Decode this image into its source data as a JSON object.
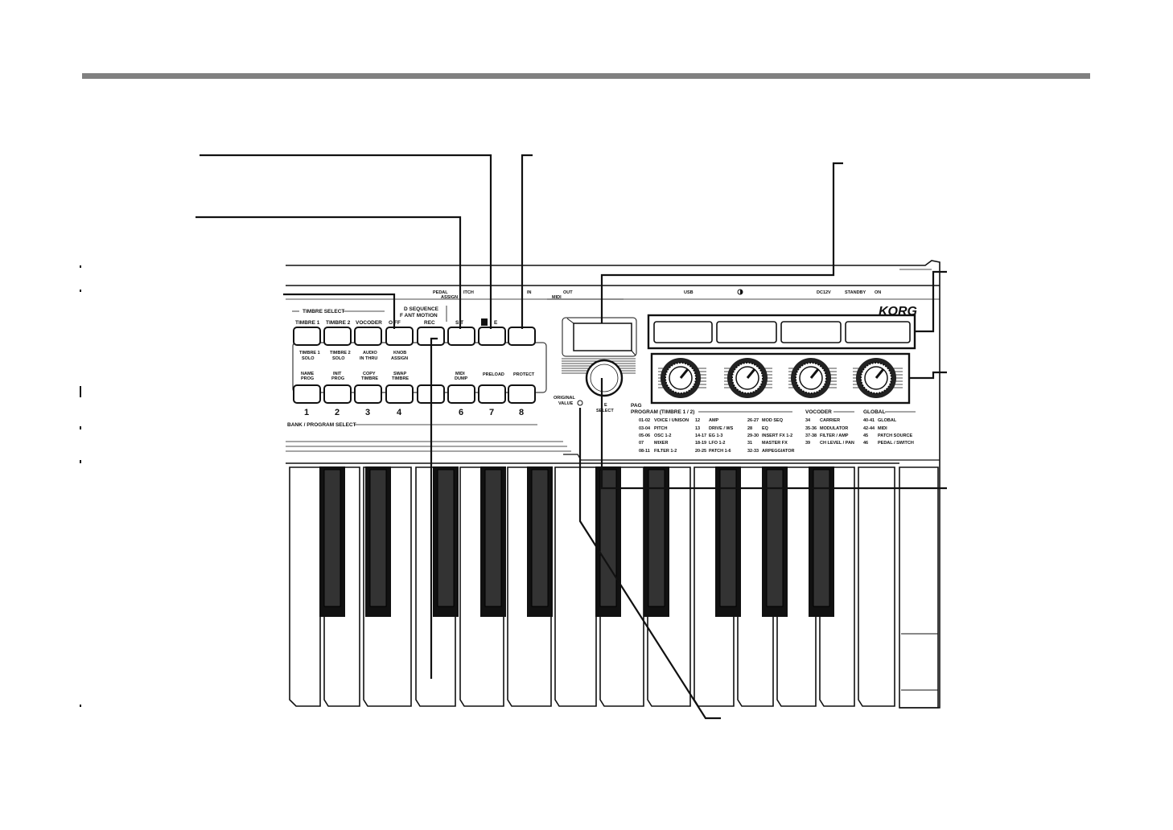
{
  "colors": {
    "ink": "#111111",
    "rule": "#808080",
    "paper": "#ffffff"
  },
  "panel": {
    "connectors": {
      "pedal": "PEDAL",
      "switch": "ITCH",
      "assign": "ASSIGN",
      "in": "IN",
      "out": "OUT",
      "midi": "MIDI",
      "usb": "USB",
      "dc": "DC12V",
      "standby": "STANDBY",
      "on": "ON"
    },
    "brand": "KORG",
    "timbre_select": {
      "title": "TIMBRE SELECT",
      "buttons": [
        "TIMBRE 1",
        "TIMBRE 2",
        "VOCODER"
      ],
      "shift_labels": [
        [
          "TIMBRE 1",
          "SOLO"
        ],
        [
          "TIMBRE 2",
          "SOLO"
        ],
        [
          "AUDIO",
          "IN THRU"
        ]
      ]
    },
    "formant_motion": {
      "title_line1": "D SEQUENCE",
      "title_line2": "F  ANT MOTION",
      "button_on_off": "O    FF",
      "button_rec": "REC",
      "shift_label": [
        "KNOB",
        "ASSIGN"
      ]
    },
    "shift_exit": {
      "shift": "S   T",
      "exit": "E"
    },
    "bank_program": {
      "title": "BANK / PROGRAM SELECT",
      "labels": [
        [
          "NAME",
          "PROG"
        ],
        [
          "INIT",
          "PROG"
        ],
        [
          "COPY",
          "TIMBRE"
        ],
        [
          "SWAP",
          "TIMBRE"
        ],
        [
          "",
          ""
        ],
        [
          "MIDI",
          "DUMP"
        ],
        [
          "PRELOAD",
          ""
        ],
        [
          "PROTECT",
          ""
        ]
      ],
      "numbers": [
        "1",
        "2",
        "3",
        "4",
        "",
        "6",
        "7",
        "8"
      ]
    },
    "original_value": [
      "ORIGINAL",
      "VALUE"
    ],
    "page_select": [
      "E",
      "SELECT"
    ],
    "page_table": {
      "title": "PAG",
      "program_heading": "PROGRAM (TIMBRE 1 / 2)",
      "vocoder_heading": "VOCODER",
      "global_heading": "GLOBAL",
      "col1": [
        [
          "01-02",
          "VOICE / UNISON"
        ],
        [
          "03-04",
          "PITCH"
        ],
        [
          "05-06",
          "OSC 1-2"
        ],
        [
          "07",
          "MIXER"
        ],
        [
          "08-11",
          "FILTER 1-2"
        ]
      ],
      "col2": [
        [
          "12",
          "AMP"
        ],
        [
          "13",
          "DRIVE / WS"
        ],
        [
          "14-17",
          "EG 1-3"
        ],
        [
          "18-19",
          "LFO 1-2"
        ],
        [
          "20-25",
          "PATCH 1-6"
        ]
      ],
      "col3": [
        [
          "26-27",
          "MOD SEQ"
        ],
        [
          "28",
          "EQ"
        ],
        [
          "29-30",
          "INSERT FX 1-2"
        ],
        [
          "31",
          "MASTER FX"
        ],
        [
          "32-33",
          "ARPEGGIATOR"
        ]
      ],
      "col4": [
        [
          "34",
          "CARRIER"
        ],
        [
          "35-36",
          "MODULATOR"
        ],
        [
          "37-38",
          "FILTER / AMP"
        ],
        [
          "39",
          "CH LEVEL / PAN"
        ]
      ],
      "col5": [
        [
          "40-41",
          "GLOBAL"
        ],
        [
          "42-44",
          "MIDI"
        ],
        [
          "45",
          "PATCH SOURCE"
        ],
        [
          "46",
          "PEDAL / SWITCH"
        ]
      ]
    }
  }
}
